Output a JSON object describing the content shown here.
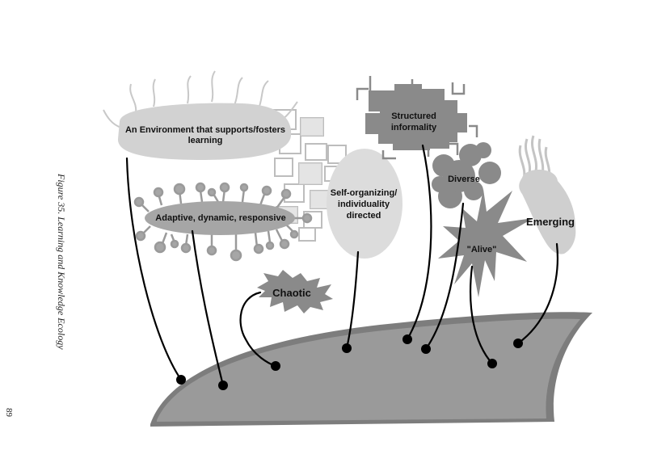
{
  "caption": "Figure 35. Learning and Knowledge Ecology",
  "page_number": "89",
  "nodes": {
    "environment": [
      "An Environment that supports/fosters",
      "learning"
    ],
    "adaptive": "Adaptive, dynamic, responsive",
    "chaotic": "Chaotic",
    "self_organizing": [
      "Self-organizing/",
      "individuality",
      "directed"
    ],
    "structured": [
      "Structured",
      "informality"
    ],
    "diverse": "Diverse",
    "alive": "\"Alive\"",
    "emerging": "Emerging"
  },
  "colors": {
    "ground": "#9a9a9a",
    "ground_edge": "#7d7d7d",
    "blob_light": "#d2d2d2",
    "blob_mid": "#a6a6a6",
    "blob_dark": "#8a8a8a",
    "leader": "#000000"
  }
}
